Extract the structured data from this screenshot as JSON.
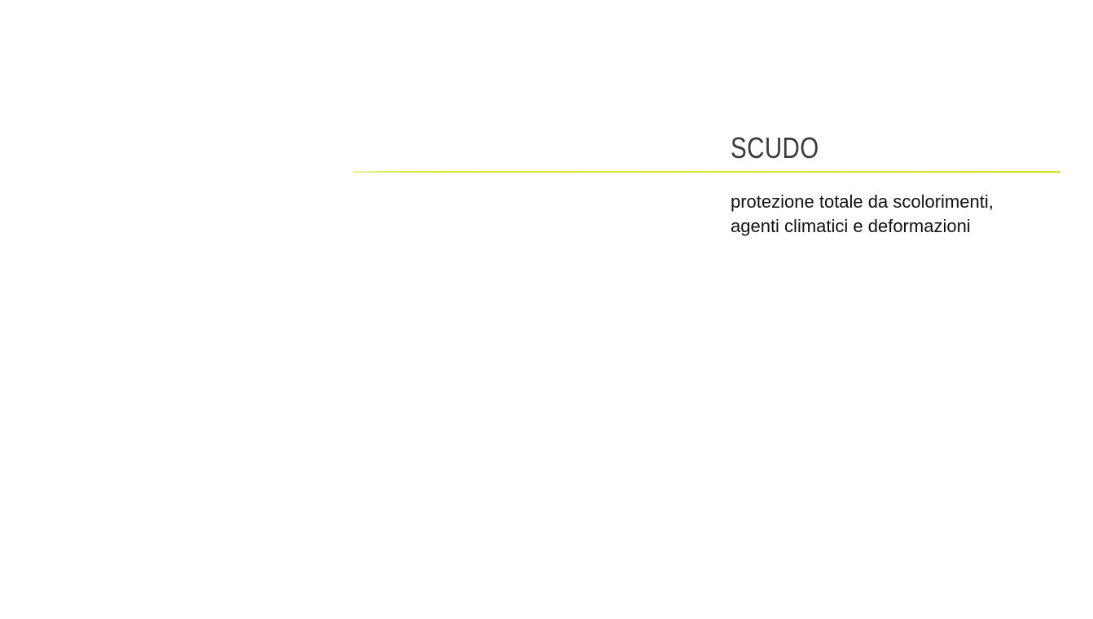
{
  "feature": {
    "title": "SCUDO",
    "description_lines": [
      "protezione totale da scolorimenti,",
      "agenti climatici e deformazioni"
    ]
  },
  "colors": {
    "accent_line": "#d9e21e",
    "title": "#3a3a3a",
    "text": "#111111",
    "background": "#ffffff"
  }
}
